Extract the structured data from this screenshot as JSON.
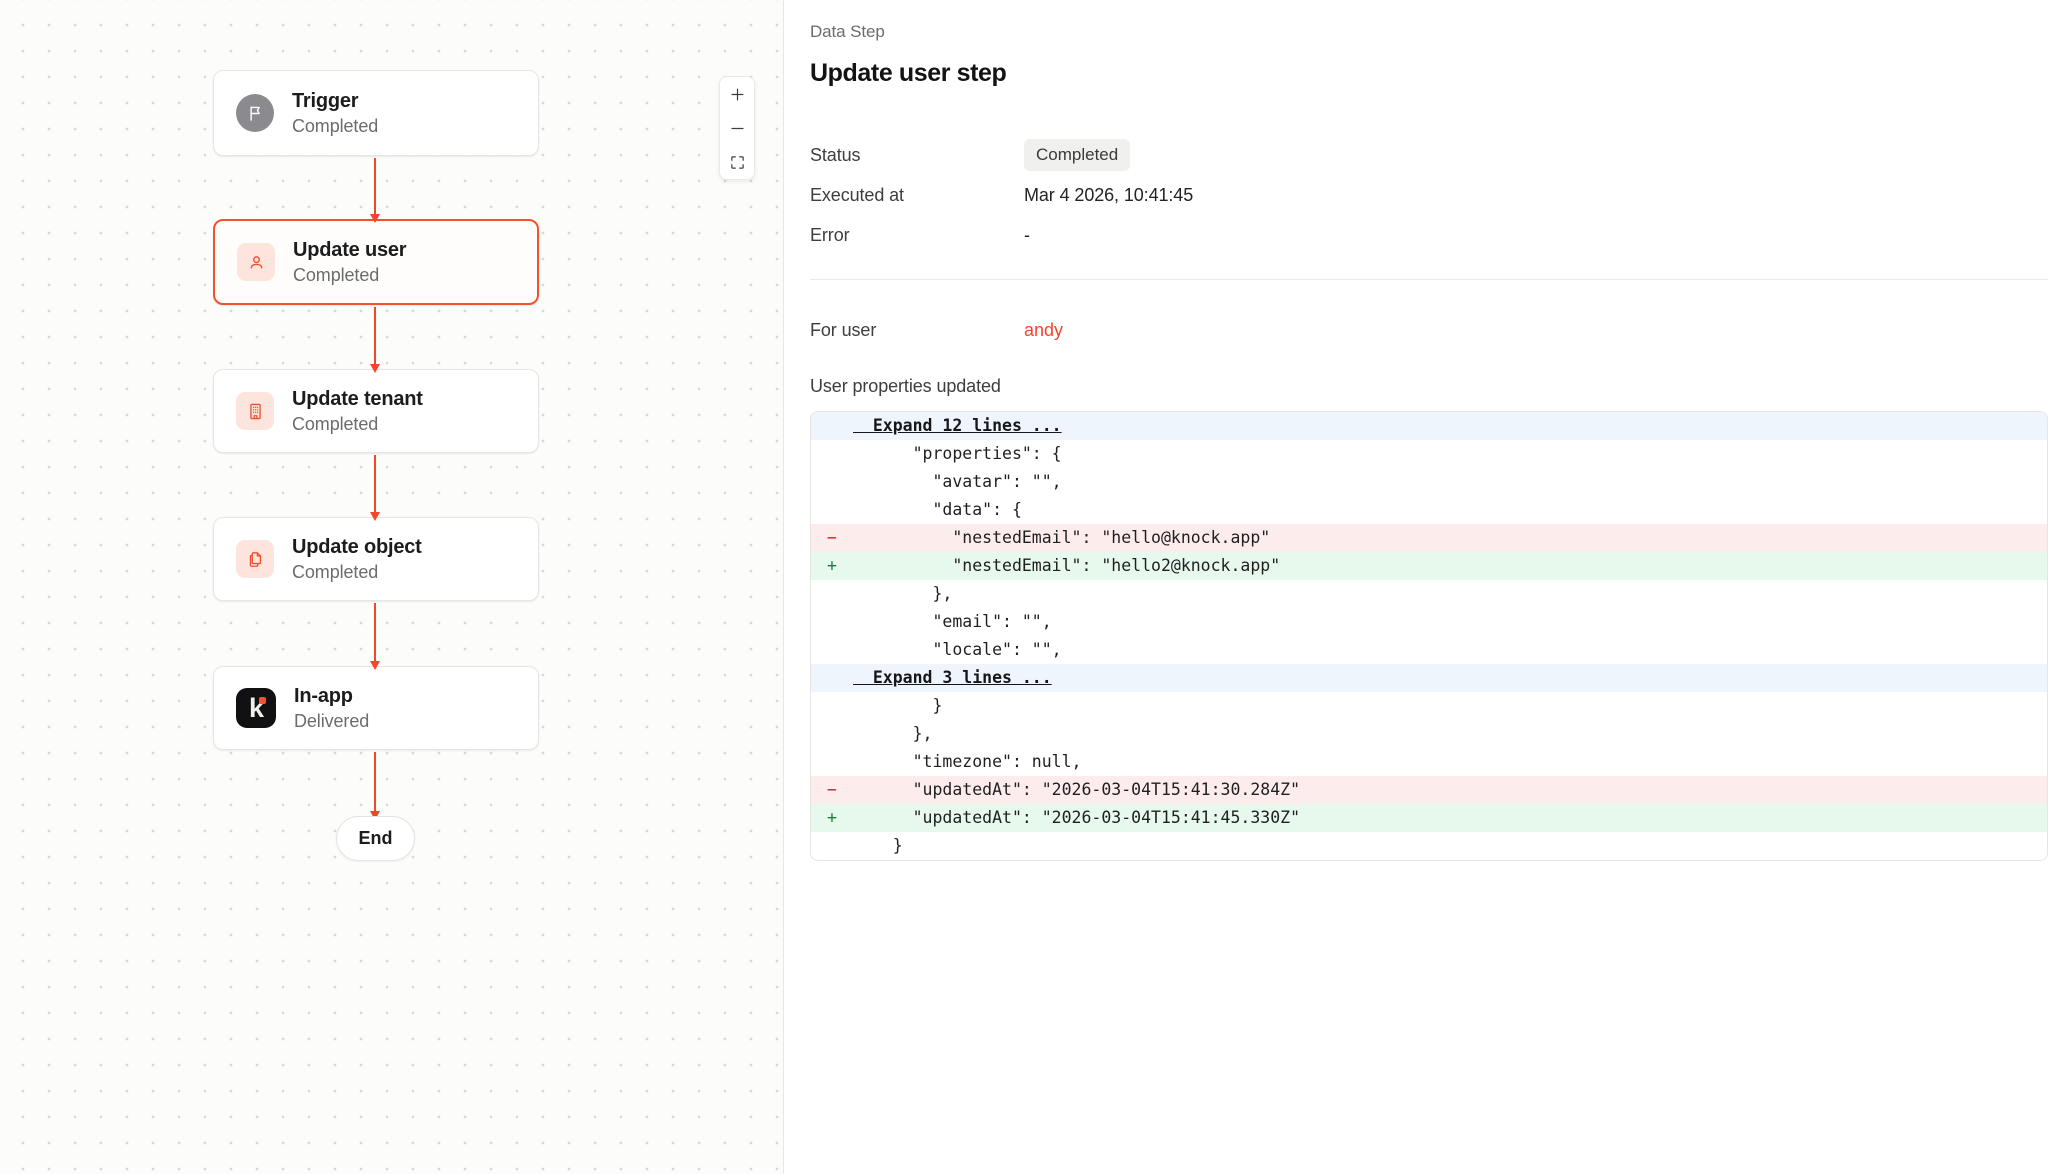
{
  "canvas": {
    "zoom_controls": [
      {
        "name": "zoom-in",
        "glyph": "+"
      },
      {
        "name": "zoom-out",
        "glyph": "−"
      },
      {
        "name": "fit-view",
        "glyph": "fit"
      }
    ],
    "nodes": [
      {
        "title": "Trigger",
        "status": "Completed",
        "icon": "flag-icon",
        "icon_style": "circle",
        "selected": false
      },
      {
        "title": "Update user",
        "status": "Completed",
        "icon": "user-icon",
        "icon_style": "square",
        "selected": true
      },
      {
        "title": "Update tenant",
        "status": "Completed",
        "icon": "building-icon",
        "icon_style": "square",
        "selected": false
      },
      {
        "title": "Update object",
        "status": "Completed",
        "icon": "copy-icon",
        "icon_style": "square",
        "selected": false
      },
      {
        "title": "In-app",
        "status": "Delivered",
        "icon": "knock-logo-icon",
        "icon_style": "knock",
        "selected": false
      }
    ],
    "end_label": "End"
  },
  "panel": {
    "eyebrow": "Data Step",
    "title": "Update user step",
    "rows": [
      {
        "label": "Status",
        "value": "Completed",
        "type": "badge"
      },
      {
        "label": "Executed at",
        "value": "Mar 4 2026, 10:41:45",
        "type": "text"
      },
      {
        "label": "Error",
        "value": "-",
        "type": "text"
      }
    ],
    "user_row": {
      "label": "For user",
      "value": "andy"
    },
    "section_caption": "User properties updated",
    "accent_color": "#f4452a",
    "diff": [
      {
        "kind": "expand",
        "marker": "",
        "code": "  Expand 12 lines ..."
      },
      {
        "kind": "context",
        "marker": "",
        "code": "      \"properties\": {"
      },
      {
        "kind": "context",
        "marker": "",
        "code": "        \"avatar\": \"\","
      },
      {
        "kind": "context",
        "marker": "",
        "code": "        \"data\": {"
      },
      {
        "kind": "del",
        "marker": "−",
        "code": "          \"nestedEmail\": \"hello@knock.app\""
      },
      {
        "kind": "add",
        "marker": "+",
        "code": "          \"nestedEmail\": \"hello2@knock.app\""
      },
      {
        "kind": "context",
        "marker": "",
        "code": "        },"
      },
      {
        "kind": "context",
        "marker": "",
        "code": "        \"email\": \"\","
      },
      {
        "kind": "context",
        "marker": "",
        "code": "        \"locale\": \"\","
      },
      {
        "kind": "expand",
        "marker": "",
        "code": "  Expand 3 lines ..."
      },
      {
        "kind": "context",
        "marker": "",
        "code": "        }"
      },
      {
        "kind": "context",
        "marker": "",
        "code": "      },"
      },
      {
        "kind": "context",
        "marker": "",
        "code": "      \"timezone\": null,"
      },
      {
        "kind": "del",
        "marker": "−",
        "code": "      \"updatedAt\": \"2026-03-04T15:41:30.284Z\""
      },
      {
        "kind": "add",
        "marker": "+",
        "code": "      \"updatedAt\": \"2026-03-04T15:41:45.330Z\""
      },
      {
        "kind": "context",
        "marker": "",
        "code": "    }"
      }
    ]
  }
}
